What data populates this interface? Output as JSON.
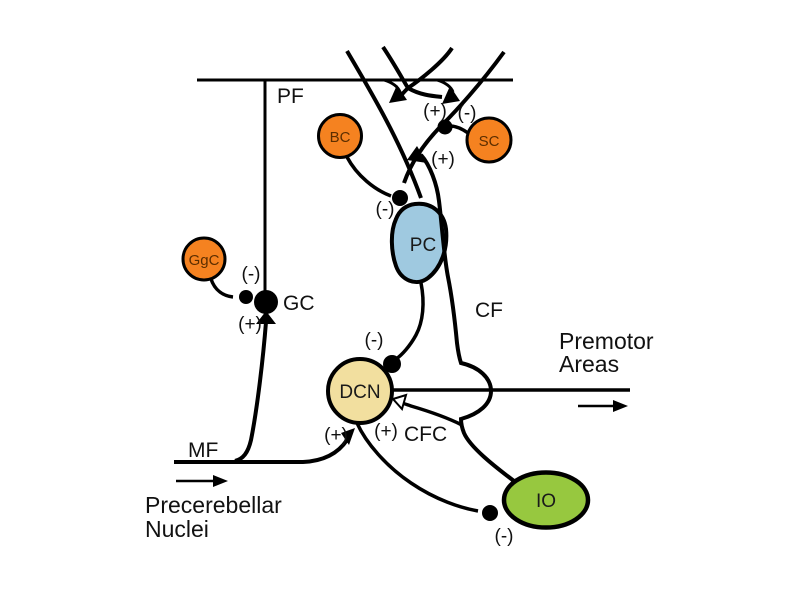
{
  "diagram": {
    "nodes": {
      "bc": {
        "label": "BC"
      },
      "sc": {
        "label": "SC"
      },
      "ggc": {
        "label": "GgC"
      },
      "gc": {
        "label": "GC"
      },
      "pc": {
        "label": "PC"
      },
      "dcn": {
        "label": "DCN"
      },
      "io": {
        "label": "IO"
      }
    },
    "fibers": {
      "pf": "PF",
      "cf": "CF",
      "mf": "MF",
      "cfc": "CFC"
    },
    "regions": {
      "premotor_line1": "Premotor",
      "premotor_line2": "Areas",
      "precerebellar_line1": "Precerebellar",
      "precerebellar_line2": "Nuclei"
    },
    "signs": {
      "pf_to_pc": "(+)",
      "sc_to_pc": "(-)",
      "cf_to_pc": "(+)",
      "bc_to_pc": "(-)",
      "ggc_to_gc": "(-)",
      "mf_to_gc": "(+)",
      "pc_to_dcn": "(-)",
      "mf_to_dcn": "(+)",
      "cfc_to_dcn": "(+)",
      "dcn_to_io": "(-)"
    },
    "colors": {
      "interneuron": "#F58220",
      "purkinje": "#9FC9E0",
      "dcn": "#F2DF9F",
      "io": "#97C83F",
      "line": "#000000"
    }
  }
}
